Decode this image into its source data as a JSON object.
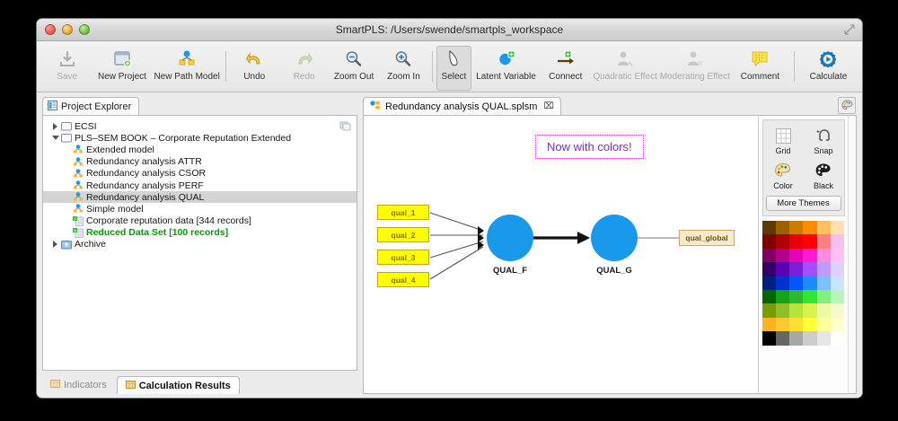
{
  "window": {
    "title": "SmartPLS: /Users/swende/smartpls_workspace",
    "controls": [
      "close",
      "minimize",
      "zoom"
    ]
  },
  "toolbar": {
    "items": [
      {
        "label": "Save",
        "icon": "save-icon",
        "enabled": false,
        "selected": false
      },
      {
        "label": "New Project",
        "icon": "new-project-icon",
        "enabled": true,
        "selected": false
      },
      {
        "label": "New Path Model",
        "icon": "new-path-model-icon",
        "enabled": true,
        "selected": false
      },
      {
        "label": "Undo",
        "icon": "undo-icon",
        "enabled": true,
        "selected": false
      },
      {
        "label": "Redo",
        "icon": "redo-icon",
        "enabled": false,
        "selected": false
      },
      {
        "label": "Zoom Out",
        "icon": "zoom-out-icon",
        "enabled": true,
        "selected": false
      },
      {
        "label": "Zoom In",
        "icon": "zoom-in-icon",
        "enabled": true,
        "selected": false
      },
      {
        "label": "Select",
        "icon": "select-cursor-icon",
        "enabled": true,
        "selected": true
      },
      {
        "label": "Latent Variable",
        "icon": "latent-variable-icon",
        "enabled": true,
        "selected": false
      },
      {
        "label": "Connect",
        "icon": "connect-arrow-icon",
        "enabled": true,
        "selected": false
      },
      {
        "label": "Quadratic Effect",
        "icon": "quadratic-effect-icon",
        "enabled": false,
        "selected": false
      },
      {
        "label": "Moderating Effect",
        "icon": "moderating-effect-icon",
        "enabled": false,
        "selected": false
      },
      {
        "label": "Comment",
        "icon": "comment-icon",
        "enabled": true,
        "selected": false
      },
      {
        "label": "Calculate",
        "icon": "calculate-icon",
        "enabled": true,
        "selected": false
      }
    ]
  },
  "project_explorer": {
    "tab_label": "Project Explorer",
    "header_icon": "restore-view-icon",
    "tree": [
      {
        "label": "ECSI",
        "indent": 0,
        "twisty": "closed",
        "icon": "folder-icon",
        "selected": false,
        "style": "normal"
      },
      {
        "label": "PLS–SEM BOOK – Corporate Reputation Extended",
        "indent": 0,
        "twisty": "open",
        "icon": "folder-icon",
        "selected": false,
        "style": "normal"
      },
      {
        "label": "Extended model",
        "indent": 1,
        "twisty": "none",
        "icon": "model-icon",
        "selected": false,
        "style": "normal"
      },
      {
        "label": "Redundancy analysis ATTR",
        "indent": 1,
        "twisty": "none",
        "icon": "model-icon",
        "selected": false,
        "style": "normal"
      },
      {
        "label": "Redundancy analysis CSOR",
        "indent": 1,
        "twisty": "none",
        "icon": "model-icon",
        "selected": false,
        "style": "normal"
      },
      {
        "label": "Redundancy analysis PERF",
        "indent": 1,
        "twisty": "none",
        "icon": "model-icon",
        "selected": false,
        "style": "normal"
      },
      {
        "label": "Redundancy analysis QUAL",
        "indent": 1,
        "twisty": "none",
        "icon": "model-icon",
        "selected": true,
        "style": "normal"
      },
      {
        "label": "Simple model",
        "indent": 1,
        "twisty": "none",
        "icon": "model-icon",
        "selected": false,
        "style": "normal"
      },
      {
        "label": "Corporate reputation data [344 records]",
        "indent": 1,
        "twisty": "none",
        "icon": "dataset-icon",
        "selected": false,
        "style": "normal"
      },
      {
        "label": "Reduced Data Set [100 records]",
        "indent": 1,
        "twisty": "none",
        "icon": "dataset-icon",
        "selected": false,
        "style": "green"
      },
      {
        "label": "Archive",
        "indent": 0,
        "twisty": "closed",
        "icon": "archive-icon",
        "selected": false,
        "style": "normal"
      }
    ],
    "bottom_tabs": [
      {
        "label": "Indicators",
        "active": false,
        "icon": "table-icon"
      },
      {
        "label": "Calculation Results",
        "active": true,
        "icon": "table-icon"
      }
    ]
  },
  "editor": {
    "tab_label": "Redundancy analysis QUAL.splsm",
    "tab_icon": "model-file-icon",
    "close_glyph": "⌧",
    "toolbar_icon": "palette-icon",
    "model": {
      "comment": {
        "text": "Now with colors!",
        "border_color": "#ef3ad0",
        "text_color": "#7d2ec2"
      },
      "indicators": [
        "qual_1",
        "qual_2",
        "qual_3",
        "qual_4"
      ],
      "indicator_fill": "#ffff00",
      "indicator_border": "#c9a600",
      "latent_variables": [
        {
          "name": "QUAL_F",
          "fill": "#1899eb"
        },
        {
          "name": "QUAL_G",
          "fill": "#1899eb"
        }
      ],
      "outcome_indicator": {
        "label": "qual_global",
        "fill": "#fbe9ca",
        "border": "#cfa95e"
      }
    }
  },
  "tool_rail": {
    "buttons": [
      {
        "label": "Grid",
        "icon": "grid-icon"
      },
      {
        "label": "Snap",
        "icon": "snap-icon"
      },
      {
        "label": "Color",
        "icon": "palette-icon"
      },
      {
        "label": "Black",
        "icon": "black-palette-icon"
      }
    ],
    "more_themes_label": "More Themes",
    "palette_rows": [
      [
        "#5c3a00",
        "#9c6000",
        "#cc7a00",
        "#ff8c00",
        "#ffbf66",
        "#ffdfb3"
      ],
      [
        "#800000",
        "#b30000",
        "#e60000",
        "#ff0000",
        "#ff8080",
        "#f5c2f0"
      ],
      [
        "#800060",
        "#b3008c",
        "#e600b8",
        "#ff19d4",
        "#ff8ce0",
        "#ffc2f0"
      ],
      [
        "#330066",
        "#5c00b3",
        "#7a1fd4",
        "#a64dff",
        "#c299ff",
        "#ded1ff"
      ],
      [
        "#001f80",
        "#0033cc",
        "#0055ff",
        "#1a8cff",
        "#80bfff",
        "#cce3ff"
      ],
      [
        "#006600",
        "#17a317",
        "#2eb82e",
        "#33e633",
        "#80f080",
        "#b8f5b8"
      ],
      [
        "#7a9c00",
        "#8fbf26",
        "#b3e639",
        "#d9f24d",
        "#ecfaa3",
        "#f5fccc"
      ],
      [
        "#ffb31a",
        "#ffc933",
        "#ffe033",
        "#ffff33",
        "#ffff99",
        "#ffffcc"
      ],
      [
        "#000000",
        "#666666",
        "#a8a8a8",
        "#cccccc",
        "#e6e6e6",
        "#ffffff"
      ]
    ]
  }
}
